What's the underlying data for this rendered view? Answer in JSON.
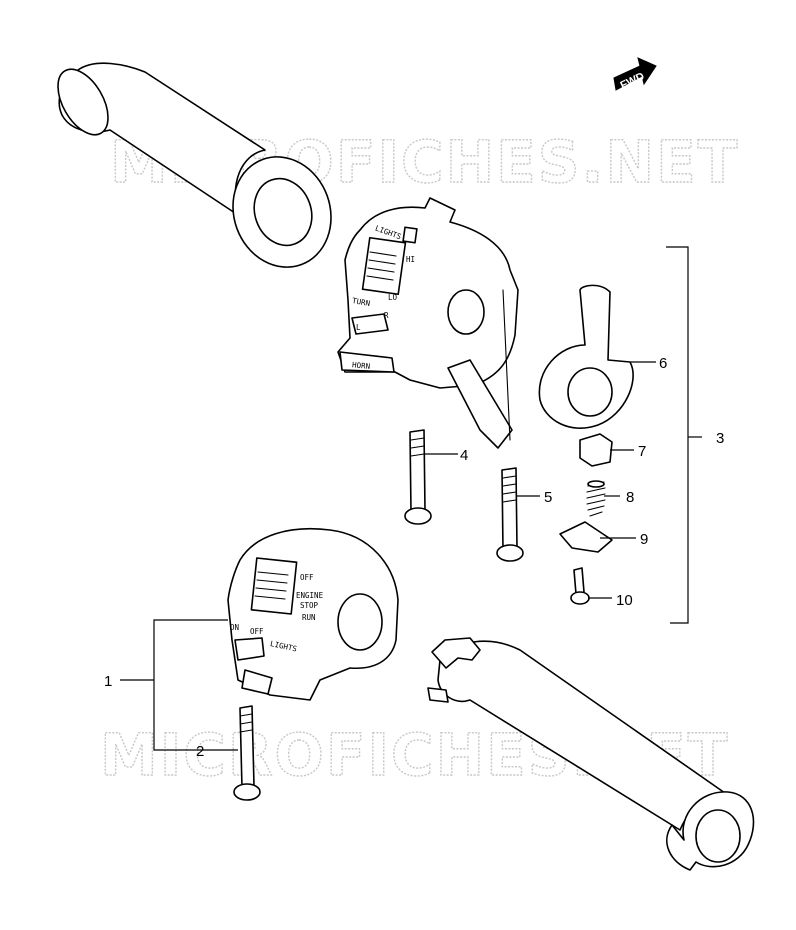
{
  "watermark": {
    "text": "MICROFICHES.NET"
  },
  "direction_badge": {
    "text": "FWD"
  },
  "callouts": {
    "c1": "1",
    "c2": "2",
    "c3": "3",
    "c4": "4",
    "c5": "5",
    "c6": "6",
    "c7": "7",
    "c8": "8",
    "c9": "9",
    "c10": "10"
  },
  "left_switch": {
    "lights": "LIGHTS",
    "hi": "HI",
    "lo": "LO",
    "turn": "TURN",
    "r": "R",
    "l": "L",
    "horn": "HORN"
  },
  "right_switch": {
    "off": "OFF",
    "engine": "ENGINE",
    "stop": "STOP",
    "run": "RUN",
    "on": "ON",
    "off2": "OFF",
    "lights": "LIGHTS"
  },
  "colors": {
    "line": "#000000",
    "watermark": "#c8c8c8",
    "background": "#ffffff"
  }
}
